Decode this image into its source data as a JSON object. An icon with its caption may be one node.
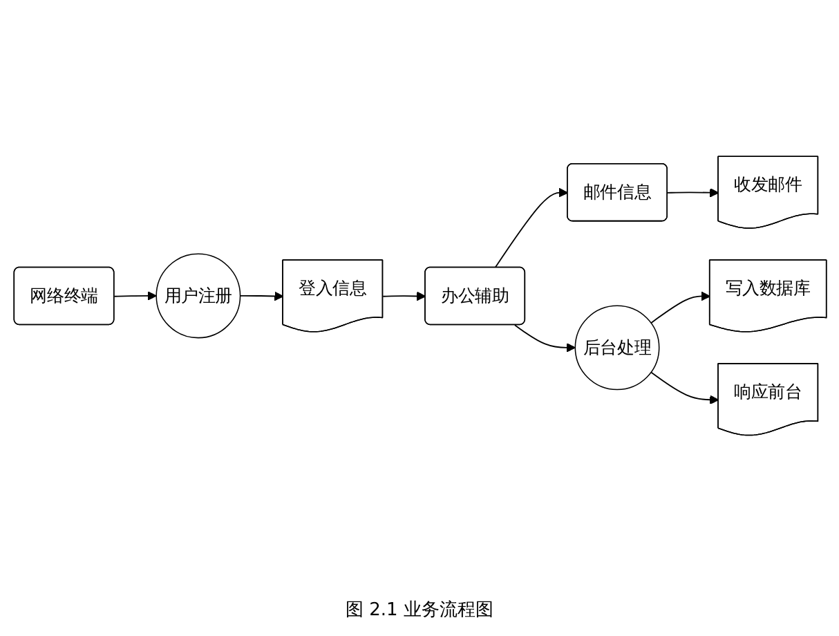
{
  "diagram": {
    "caption": "图 2.1  业务流程图",
    "nodes": [
      {
        "text": [
          "网络终端"
        ]
      },
      {
        "text": [
          "用户注册"
        ]
      },
      {
        "text": [
          "登入信息"
        ]
      },
      {
        "text": [
          "办公辅助"
        ]
      },
      {
        "text": [
          "邮件信息"
        ]
      },
      {
        "text": [
          "后台处理"
        ]
      },
      {
        "text": [
          "收发邮件"
        ]
      },
      {
        "text": [
          "写入数据库"
        ]
      },
      {
        "text": [
          "响应前台"
        ]
      }
    ],
    "edges": [
      {
        "from": 0,
        "to": 1,
        "arrow": "to"
      },
      {
        "from": 1,
        "to": 2,
        "arrow": "to"
      },
      {
        "from": 2,
        "to": 3,
        "arrow": "to"
      },
      {
        "from": 3,
        "to": 4,
        "arrow": "to"
      },
      {
        "from": 3,
        "to": 5,
        "arrow": "to"
      },
      {
        "from": 4,
        "to": 6,
        "arrow": "to"
      },
      {
        "from": 5,
        "to": 7,
        "arrow": "to"
      },
      {
        "from": 5,
        "to": 8,
        "arrow": "to"
      }
    ]
  }
}
